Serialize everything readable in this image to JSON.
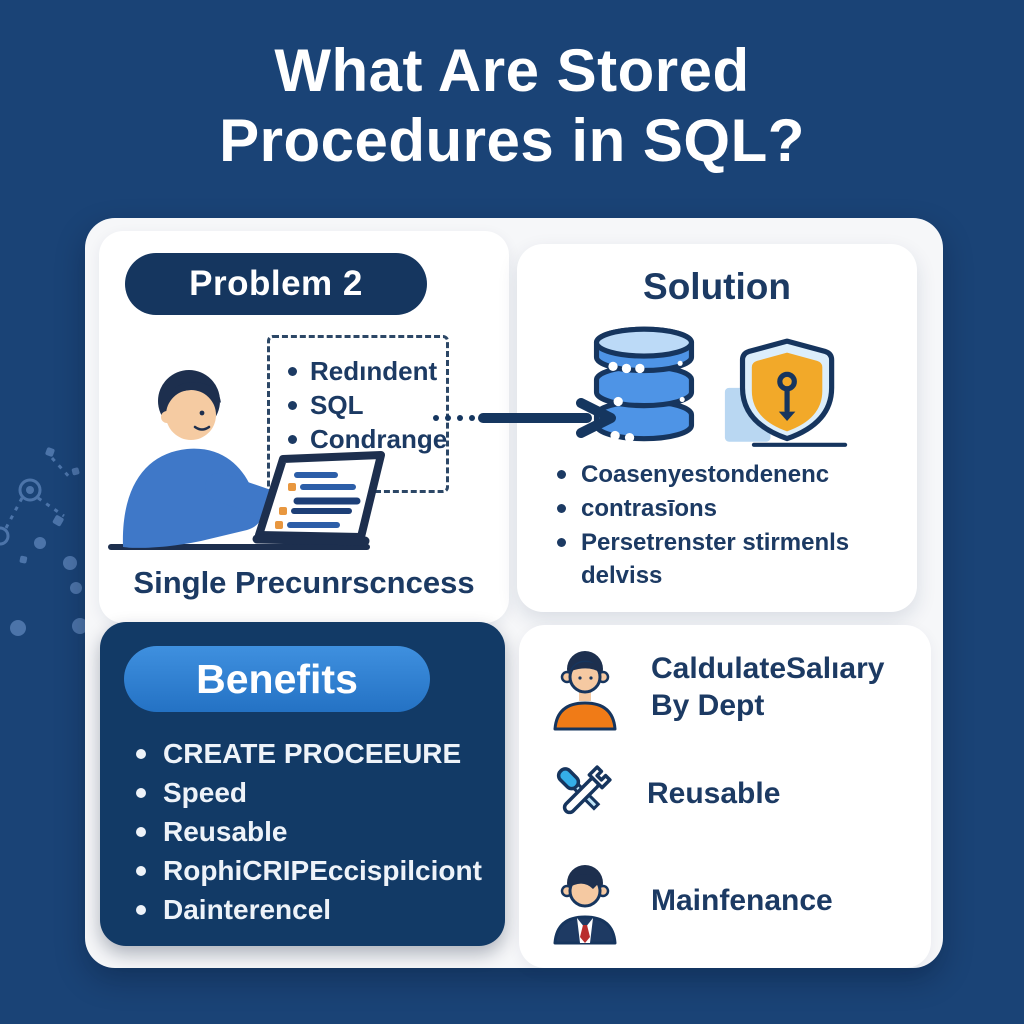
{
  "title": "What Are Stored\nProcedures in SQL?",
  "colors": {
    "background": "#1a4376",
    "text_navy": "#1c3a63",
    "badge_navy": "#15365f",
    "benefits_card": "#123a66",
    "benefits_badge_blue": "#2f7fd2",
    "icon_blue": "#4e94e6",
    "shield_gold": "#f2a929",
    "accent_orange": "#f07b17",
    "card_white": "#ffffff"
  },
  "problem": {
    "badge": "Problem 2",
    "bullets": [
      "Redındent",
      "SQL",
      "Condrange"
    ],
    "caption": "Single Precunrscncess",
    "illustration": "person-coding-at-laptop"
  },
  "solution": {
    "heading": "Solution",
    "icons": [
      "database-icon",
      "security-shield-icon"
    ],
    "bullets": [
      "Coasenyestondenenc",
      "contrasīons",
      "Persetrenster stirmenls delviss"
    ]
  },
  "benefits": {
    "badge": "Benefits",
    "bullets": [
      "CREATE PROCEEURE",
      "Speed",
      "Reusable",
      "RophiCRIPEccispilciont",
      "Dainterencel"
    ]
  },
  "examples": {
    "items": [
      {
        "icon": "developer-avatar-icon",
        "label": "CaldulateSalıary\nBy Dept"
      },
      {
        "icon": "tools-icon",
        "label": "Reusable"
      },
      {
        "icon": "businessman-icon",
        "label": "Mainfenance"
      }
    ]
  }
}
